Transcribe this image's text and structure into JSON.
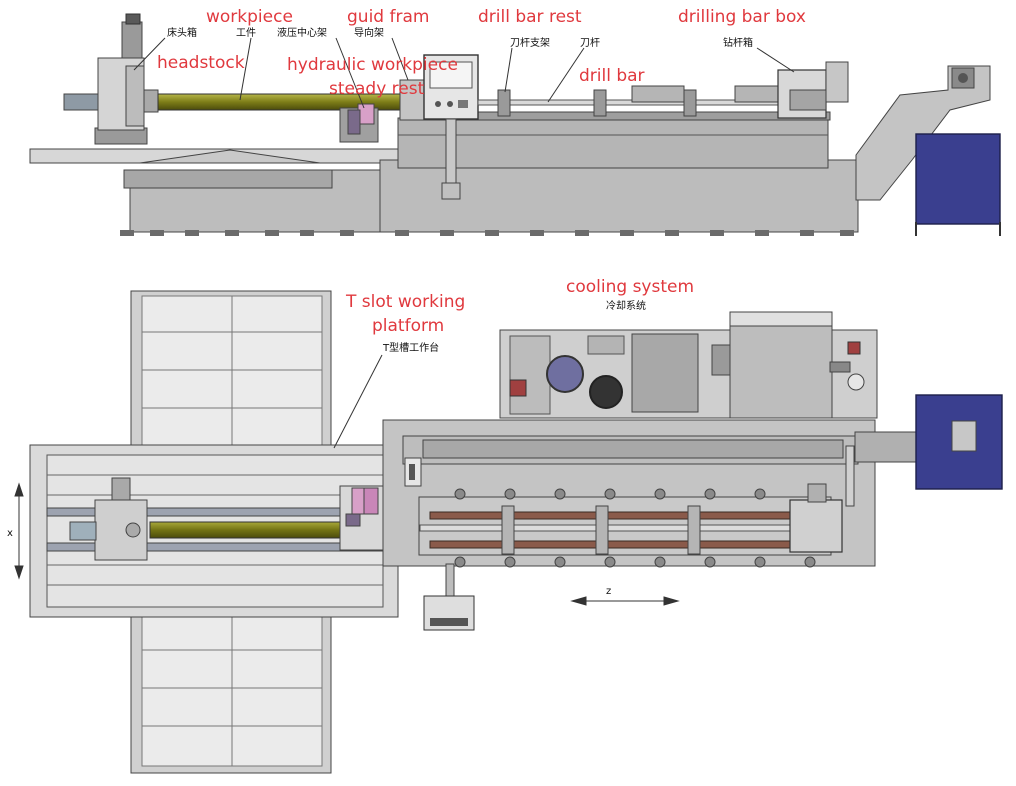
{
  "labels": {
    "side": {
      "workpiece_en": "workpiece",
      "guid_frame_en": "guid fram",
      "drill_bar_rest_en": "drill bar rest",
      "drilling_bar_box_en": "drilling bar box",
      "headstock_en": "headstock",
      "hydraulic_en_line1": "hydraulic workpiece",
      "hydraulic_en_line2": "steady rest",
      "drill_bar_en": "drill bar",
      "headstock_cn": "床头箱",
      "workpiece_cn": "工件",
      "hydraulic_cn": "液压中心架",
      "guide_cn": "导向架",
      "drill_bar_rest_cn": "刀杆支架",
      "drill_bar_cn": "刀杆",
      "drilling_bar_box_cn": "钻杆箱"
    },
    "top": {
      "tslot_en_line1": "T slot working",
      "tslot_en_line2": "platform",
      "tslot_cn": "T型槽工作台",
      "cooling_en": "cooling system",
      "cooling_cn": "冷却系统",
      "axis_x": "x",
      "axis_z": "z"
    }
  },
  "colors": {
    "label_red": "#e0393e",
    "workpiece_olive": "#8a8a1e",
    "machine_gray": "#b9b9b9",
    "dark_gray": "#8d8d8d",
    "bin_blue": "#3a3f8f",
    "steady_pink": "#d8a0c8",
    "rail_brown": "#8a5a4a"
  }
}
